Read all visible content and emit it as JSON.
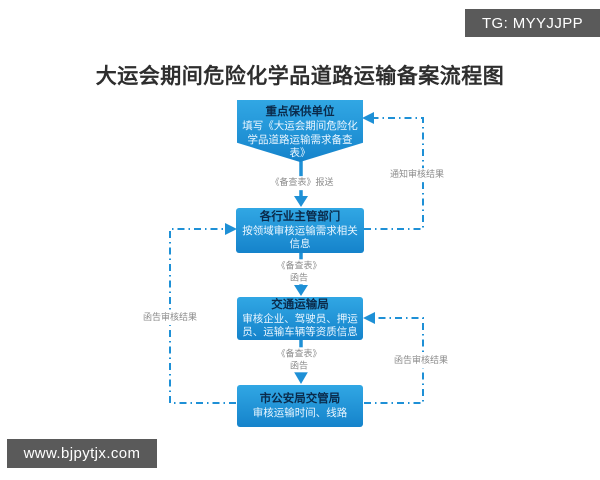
{
  "page": {
    "title": "大运会期间危险化学品道路运输备案流程图",
    "tg_badge": "TG: MYYJJPP",
    "watermark": "www.bjpytjx.com"
  },
  "flowchart": {
    "nodes": [
      {
        "title": "重点保供单位",
        "body": "填写《大运会期间危险化学品道路运输需求备查表》",
        "shape": "pointed-bottom"
      },
      {
        "title": "各行业主管部门",
        "body": "按领域审核运输需求相关信息",
        "shape": "rect"
      },
      {
        "title": "交通运输局",
        "body": "审核企业、驾驶员、押运员、运输车辆等资质信息",
        "shape": "rect"
      },
      {
        "title": "市公安局交管局",
        "body": "审核运输时间、线路",
        "shape": "rect"
      }
    ],
    "edges": [
      {
        "from": "重点保供单位",
        "to": "各行业主管部门",
        "label": "《备查表》报送",
        "style": "solid"
      },
      {
        "from": "各行业主管部门",
        "to": "交通运输局",
        "label": "《备查表》\n函告",
        "style": "solid"
      },
      {
        "from": "交通运输局",
        "to": "市公安局交管局",
        "label": "《备查表》\n函告",
        "style": "solid"
      },
      {
        "from": "各行业主管部门",
        "to": "重点保供单位",
        "label": "通知审核结果",
        "style": "dash-dot",
        "side": "right"
      },
      {
        "from": "市公安局交管局",
        "to": "交通运输局",
        "label": "函告审核结果",
        "style": "dash-dot",
        "side": "right"
      },
      {
        "from": "市公安局交管局",
        "to": "各行业主管部门",
        "label": "函告审核结果",
        "style": "dash-dot",
        "side": "left"
      }
    ],
    "colors": {
      "node_fill_top": "#31A7E4",
      "node_fill_bottom": "#1583CB",
      "node_title_text": "#0A2A4A",
      "node_body_text": "#EAF6FF",
      "connector": "#1E90D6",
      "edge_label_text": "#8C8C8C",
      "badge_bg": "#5A5A5A",
      "badge_text": "#FFFFFF"
    }
  }
}
